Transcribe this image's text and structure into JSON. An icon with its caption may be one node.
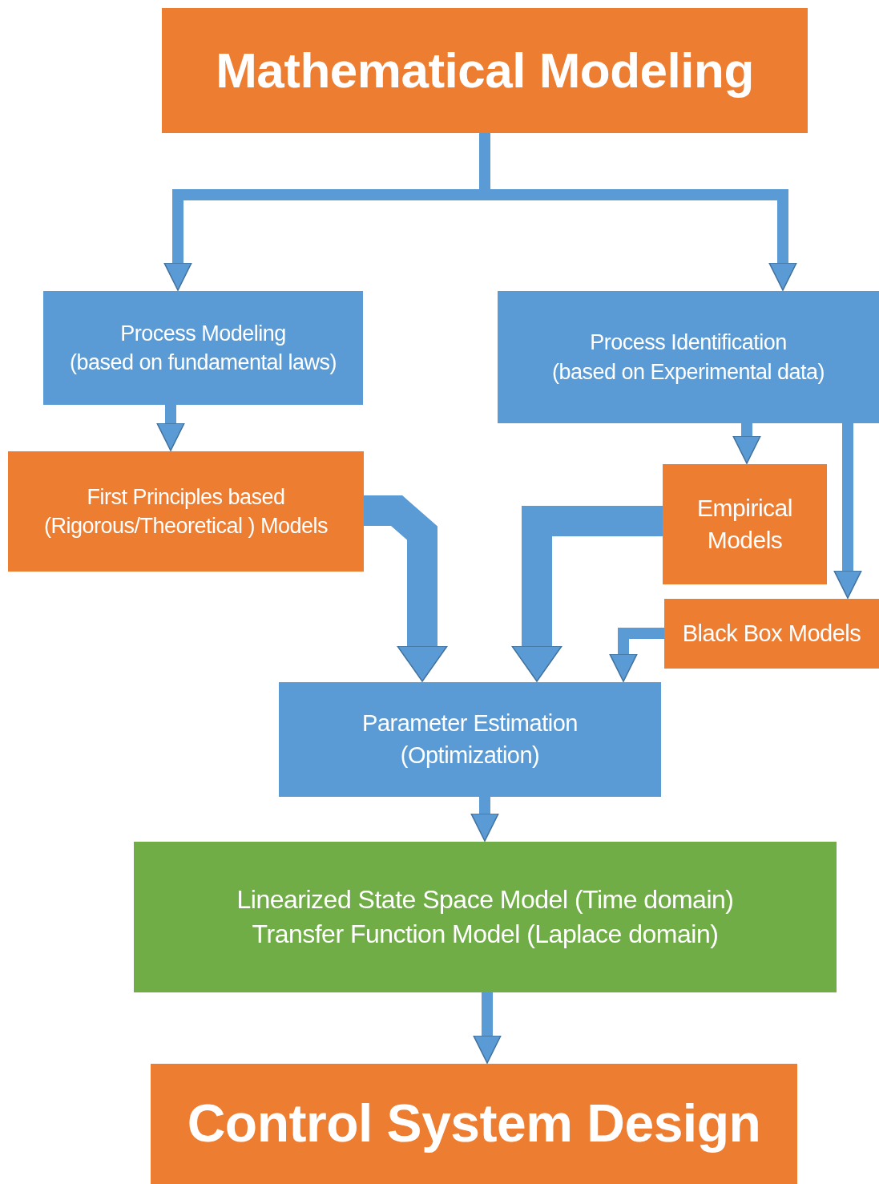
{
  "diagram": {
    "nodes": [
      {
        "text": [
          "Mathematical Modeling"
        ]
      },
      {
        "text": [
          "Process Modeling",
          "(based on fundamental laws)"
        ]
      },
      {
        "text": [
          "Process Identification",
          "(based on Experimental data)"
        ]
      },
      {
        "text": [
          "First Principles based (Rigorous/Theoretical ) Models"
        ]
      },
      {
        "text": [
          "Empirical Models"
        ]
      },
      {
        "text": [
          "Black Box Models"
        ]
      },
      {
        "text": [
          "Parameter Estimation",
          "(Optimization)"
        ]
      },
      {
        "text": [
          "Linearized State Space Model (Time domain)",
          "Transfer Function Model (Laplace domain)"
        ]
      },
      {
        "text": [
          "Control System Design"
        ]
      }
    ],
    "edges": [
      {
        "from": 0,
        "to": 1,
        "arrow": "to"
      },
      {
        "from": 0,
        "to": 2,
        "arrow": "to"
      },
      {
        "from": 1,
        "to": 3,
        "arrow": "to"
      },
      {
        "from": 2,
        "to": 4,
        "arrow": "to"
      },
      {
        "from": 2,
        "to": 5,
        "arrow": "to"
      },
      {
        "from": 3,
        "to": 6,
        "arrow": "to",
        "style": "thick"
      },
      {
        "from": 4,
        "to": 6,
        "arrow": "to",
        "style": "thick"
      },
      {
        "from": 5,
        "to": 6,
        "arrow": "to"
      },
      {
        "from": 6,
        "to": 7,
        "arrow": "to"
      },
      {
        "from": 7,
        "to": 8,
        "arrow": "to"
      }
    ]
  }
}
